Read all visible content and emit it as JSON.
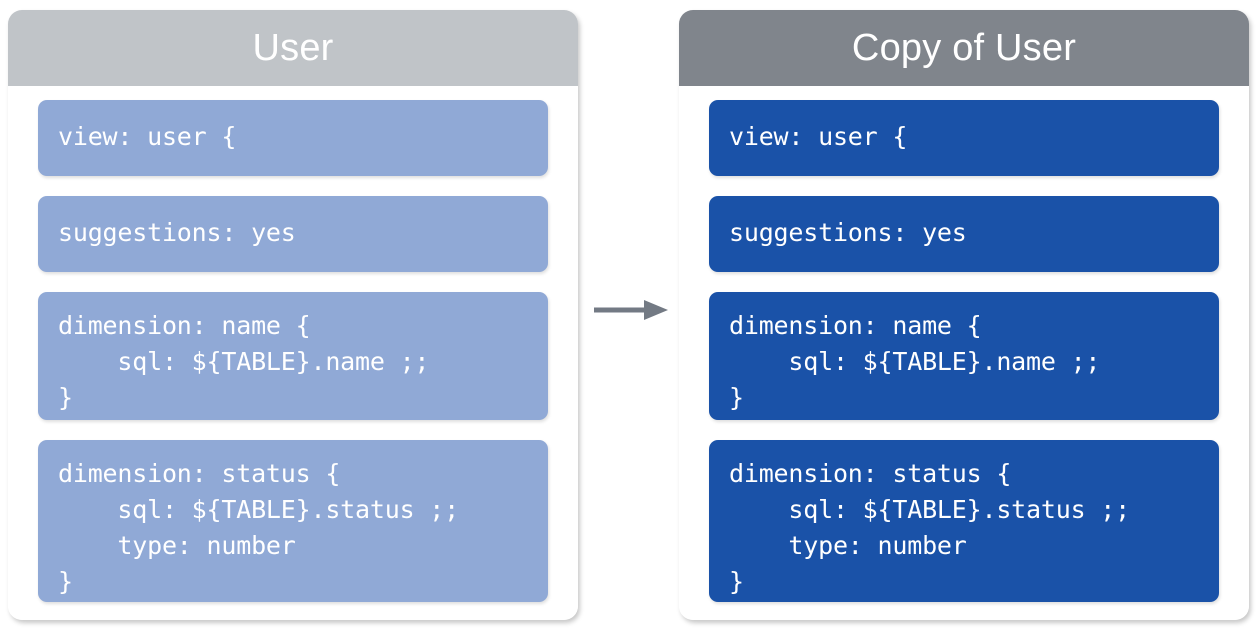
{
  "diagram": {
    "type": "before-after-copy",
    "connector": {
      "icon": "arrow-right-icon",
      "color": "#737a84",
      "direction": "left-to-right"
    },
    "colors": {
      "left_header_bg": "#c0c4c8",
      "right_header_bg": "#80858c",
      "left_block_bg": "#90a9d6",
      "right_block_bg": "#1a52a8",
      "code_text": "#ffffff",
      "panel_bg": "#ffffff",
      "canvas_bg": "#ffffff"
    }
  },
  "panels": [
    {
      "id": "source",
      "title": "User",
      "blocks": [
        {
          "id": "view-declaration",
          "lines": 1,
          "code": "view: user {"
        },
        {
          "id": "suggestions-param",
          "lines": 1,
          "code": "suggestions: yes"
        },
        {
          "id": "dimension-name",
          "lines": 3,
          "code": "dimension: name {\n    sql: ${TABLE}.name ;;\n}"
        },
        {
          "id": "dimension-status",
          "lines": 4,
          "code": "dimension: status {\n    sql: ${TABLE}.status ;;\n    type: number\n}"
        }
      ]
    },
    {
      "id": "copy",
      "title": "Copy of User",
      "blocks": [
        {
          "id": "view-declaration",
          "lines": 1,
          "code": "view: user {"
        },
        {
          "id": "suggestions-param",
          "lines": 1,
          "code": "suggestions: yes"
        },
        {
          "id": "dimension-name",
          "lines": 3,
          "code": "dimension: name {\n    sql: ${TABLE}.name ;;\n}"
        },
        {
          "id": "dimension-status",
          "lines": 4,
          "code": "dimension: status {\n    sql: ${TABLE}.status ;;\n    type: number\n}"
        }
      ]
    }
  ]
}
